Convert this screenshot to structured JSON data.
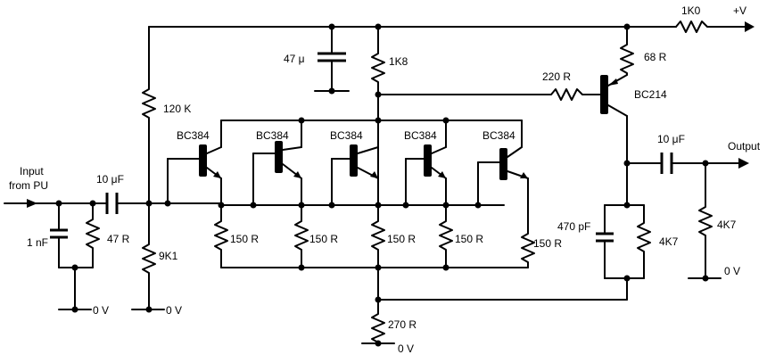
{
  "labels": {
    "input_line1": "Input",
    "input_line2": "from PU",
    "c_in": "10 μF",
    "c_1nf": "1 nF",
    "r_47": "47 R",
    "r_120k": "120 K",
    "r_9k1": "9K1",
    "gnd_left1": "0 V",
    "gnd_left2": "0 V",
    "c_47u": "47 μ",
    "r_1k8": "1K8",
    "r_1k0": "1K0",
    "plus_v": "+V",
    "r_68": "68 R",
    "r_220": "220 R",
    "q_bc214": "BC214",
    "q1": "BC384",
    "q2": "BC384",
    "q3": "BC384",
    "q4": "BC384",
    "q5": "BC384",
    "r_e1": "150 R",
    "r_e2": "150 R",
    "r_e3": "150 R",
    "r_e4": "150 R",
    "r_e5": "150 R",
    "r_270": "270 R",
    "gnd_mid": "0 V",
    "c_out": "10 μF",
    "output": "Output",
    "c_470p": "470 pF",
    "r_4k7_a": "4K7",
    "r_4k7_b": "4K7",
    "gnd_right": "0 V"
  }
}
